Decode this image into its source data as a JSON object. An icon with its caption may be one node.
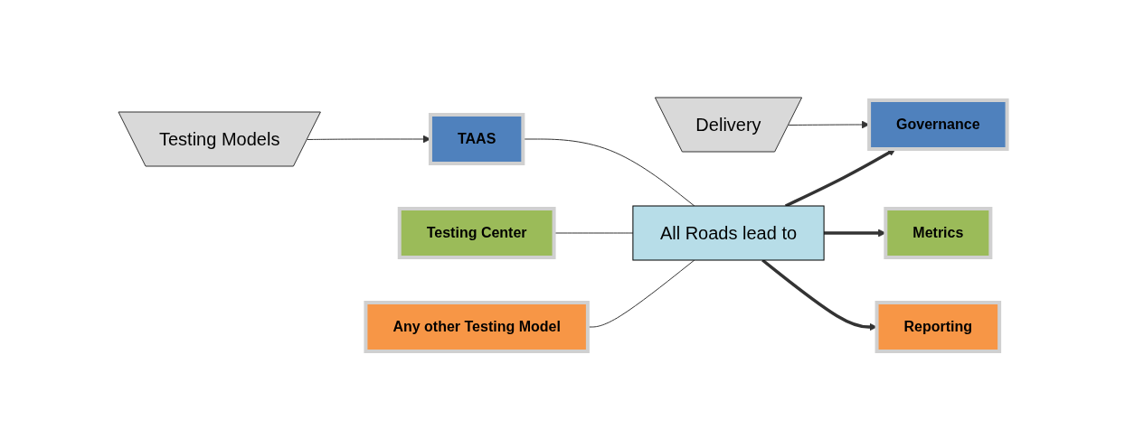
{
  "diagram": {
    "nodes": [
      {
        "text": [
          "Testing Models"
        ]
      },
      {
        "text": [
          "TAAS"
        ]
      },
      {
        "text": [
          "Testing Center"
        ]
      },
      {
        "text": [
          "Any other Testing Model"
        ]
      },
      {
        "text": [
          "All Roads lead to"
        ]
      },
      {
        "text": [
          "Delivery"
        ]
      },
      {
        "text": [
          "Governance"
        ]
      },
      {
        "text": [
          "Metrics"
        ]
      },
      {
        "text": [
          "Reporting"
        ]
      }
    ],
    "edges": [
      {
        "from": 0,
        "to": 1,
        "arrow": "to"
      },
      {
        "from": 1,
        "to": 4,
        "arrow": "none"
      },
      {
        "from": 2,
        "to": 4,
        "arrow": "none"
      },
      {
        "from": 3,
        "to": 4,
        "arrow": "none"
      },
      {
        "from": 5,
        "to": 6,
        "arrow": "to"
      },
      {
        "from": 4,
        "to": 6,
        "arrow": "to",
        "style": "thick"
      },
      {
        "from": 4,
        "to": 7,
        "arrow": "to",
        "style": "thick"
      },
      {
        "from": 4,
        "to": 8,
        "arrow": "to",
        "style": "thick"
      }
    ]
  }
}
